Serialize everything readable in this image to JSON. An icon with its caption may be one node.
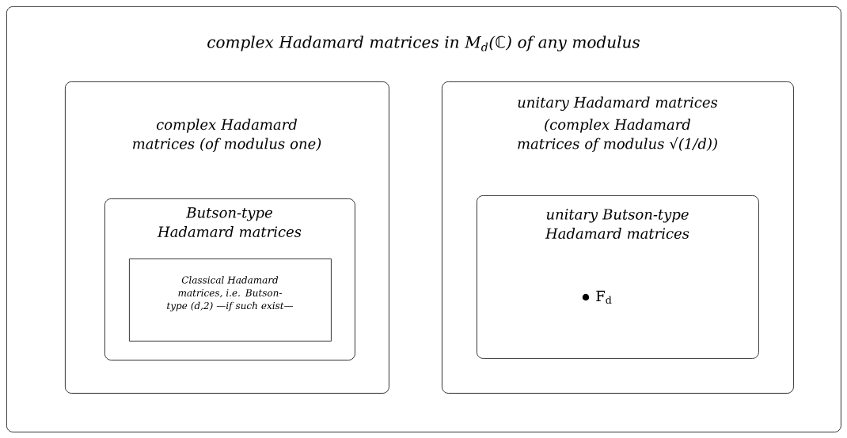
{
  "diagram": {
    "nodes": [
      {
        "text": [
          "complex Hadamard matrices in M$_{d}$(ℂ) of any modulus"
        ]
      },
      {
        "text": [
          "complex Hadamard matrices (of modulus one)"
        ],
        "in": 0
      },
      {
        "text": [
          "Butson-type Hadamard matrices"
        ],
        "in": 1
      },
      {
        "text": [
          "Classical Hadamard matrices, i.e. Butson-type (d,2) —if such exist—"
        ],
        "in": 2
      },
      {
        "text": [
          "unitary Hadamard matrices",
          "(complex Hadamard matrices of modulus √(1/d))"
        ],
        "in": 0
      },
      {
        "text": [
          "unitary Butson-type Hadamard matrices",
          "F$_{d}$"
        ],
        "in": 4
      }
    ]
  }
}
